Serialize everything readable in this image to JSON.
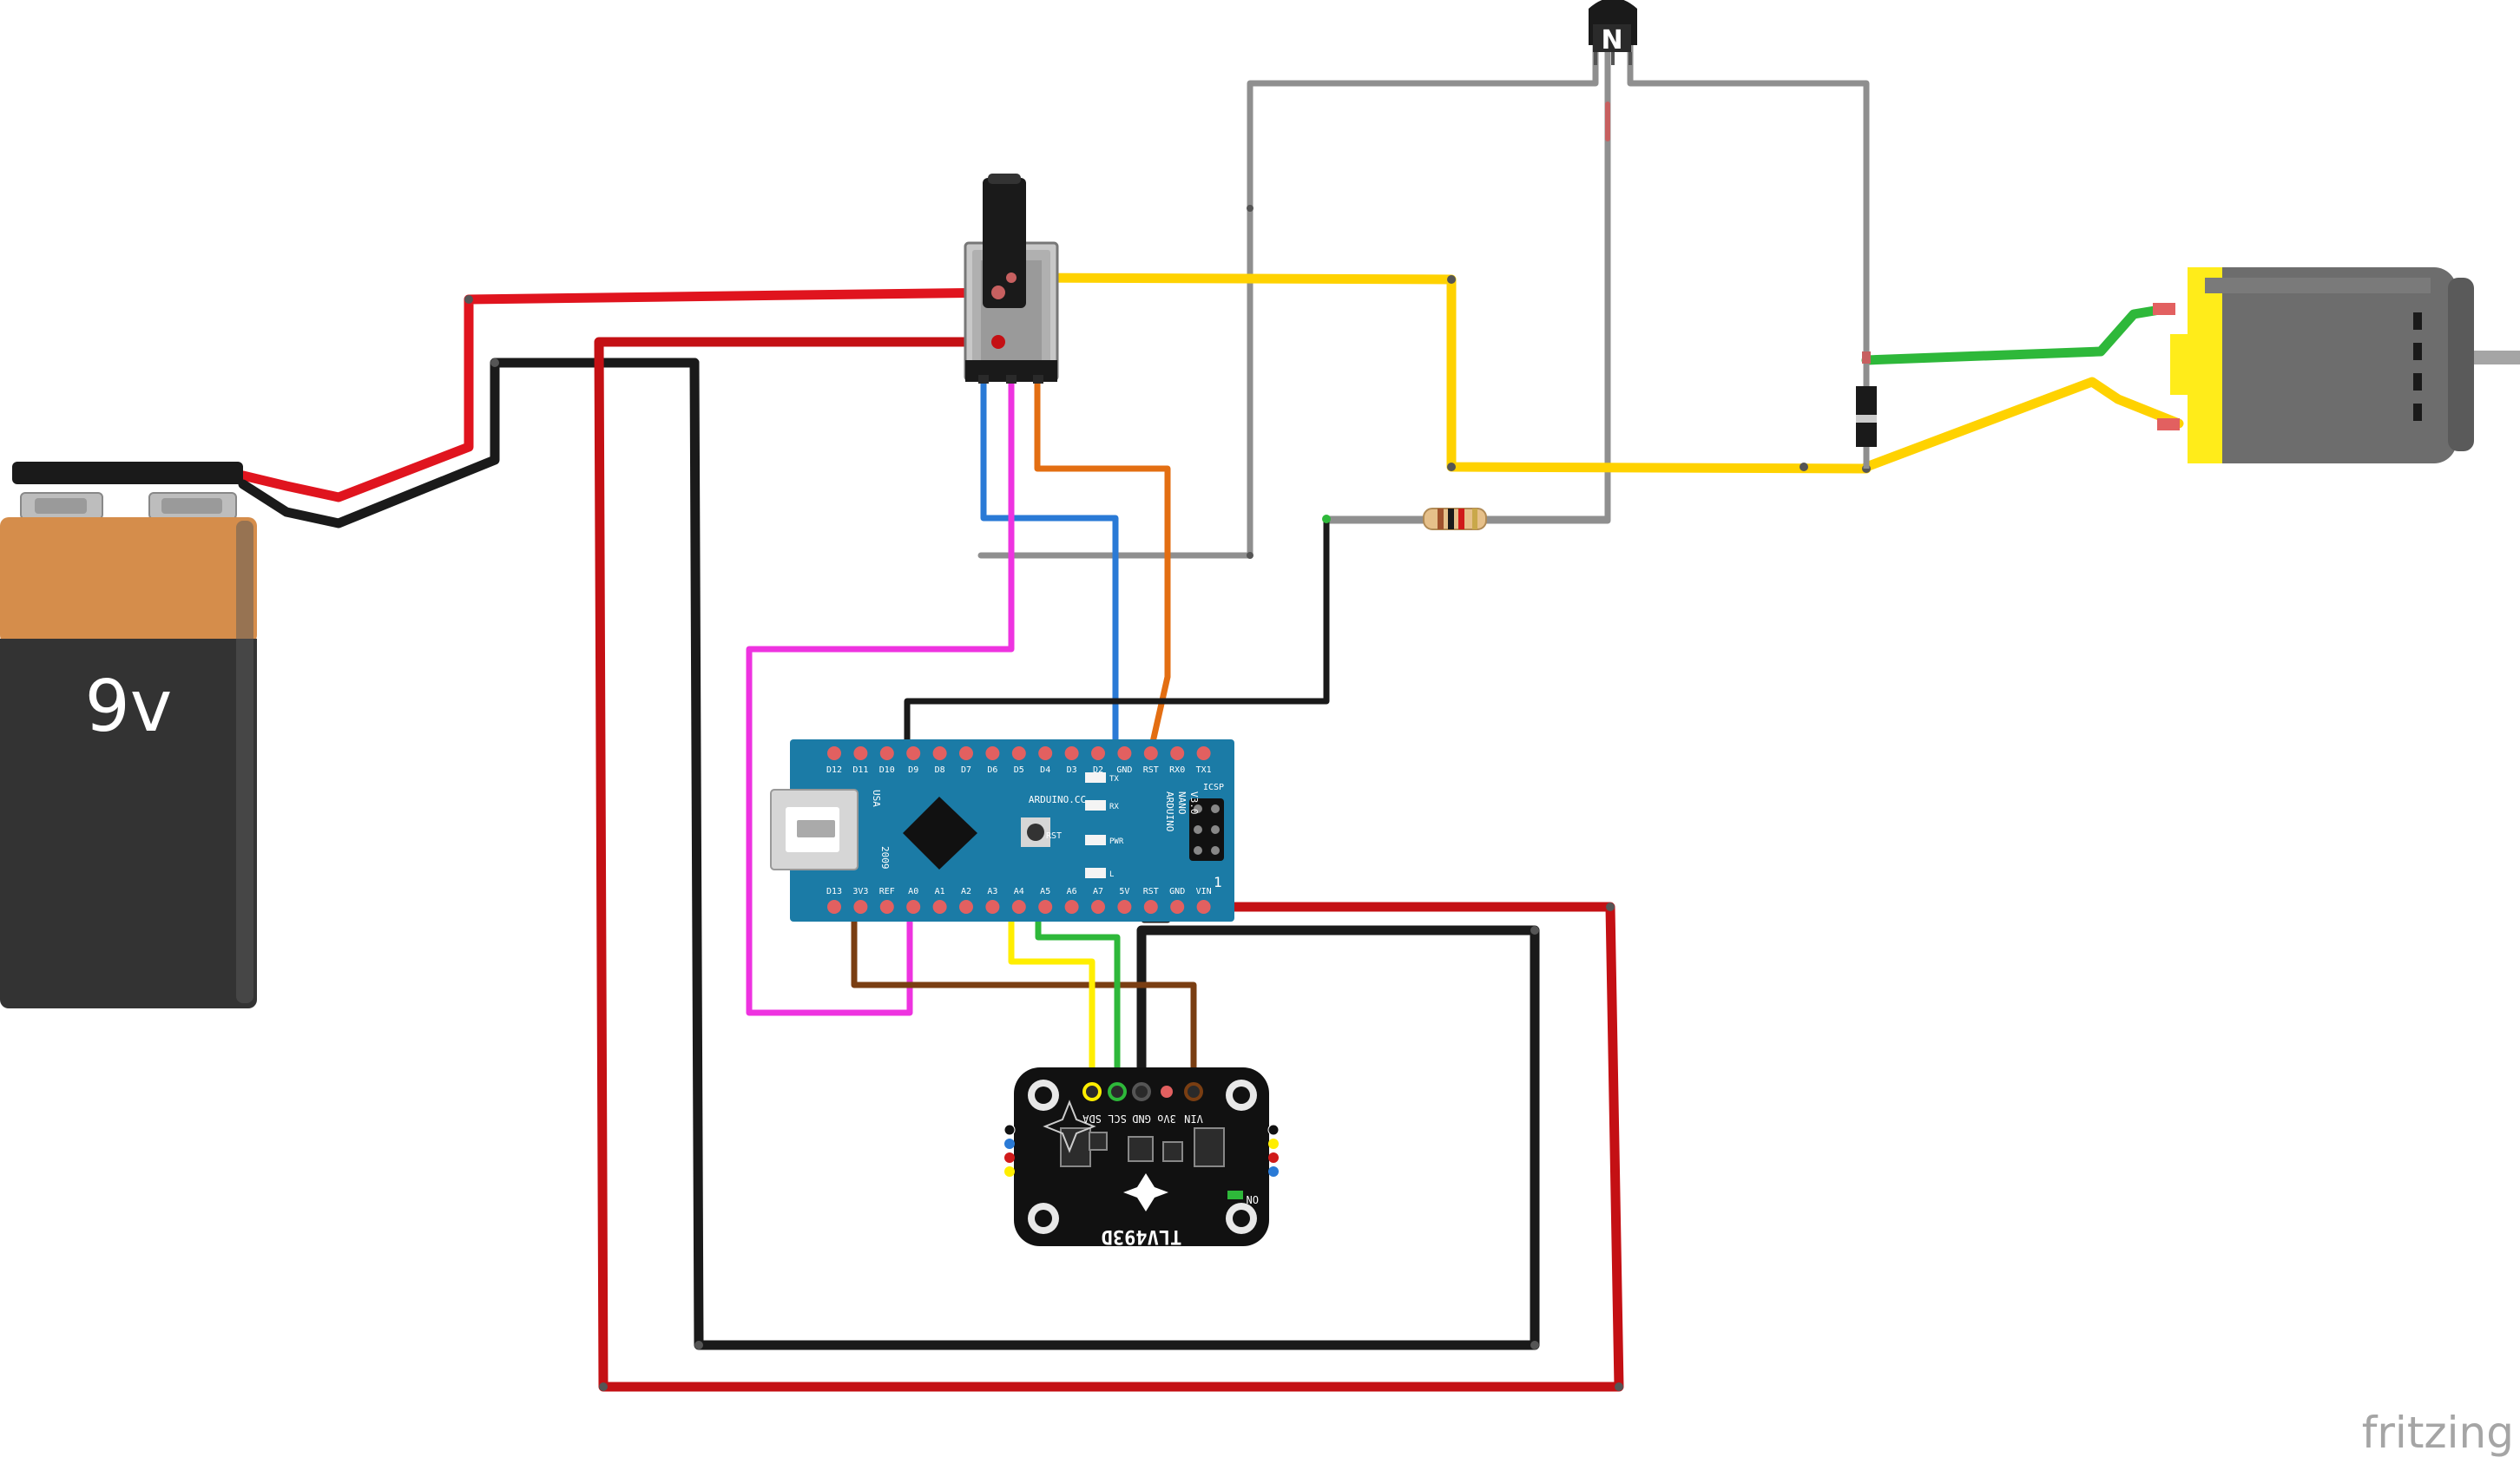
{
  "battery": {
    "label": "9v"
  },
  "transistor": {
    "label": "N"
  },
  "nano": {
    "top_pins": [
      "D12",
      "D11",
      "D10",
      "D9",
      "D8",
      "D7",
      "D6",
      "D5",
      "D4",
      "D3",
      "D2",
      "GND",
      "RST",
      "RX0",
      "TX1"
    ],
    "bottom_pins": [
      "D13",
      "3V3",
      "REF",
      "A0",
      "A1",
      "A2",
      "A3",
      "A4",
      "A5",
      "A6",
      "A7",
      "5V",
      "RST",
      "GND",
      "VIN"
    ],
    "brand": "ARDUINO.CC",
    "model_line1": "ARDUINO",
    "model_line2": "NANO",
    "model_line3": "V3.0",
    "usa": "USA",
    "year": "2009",
    "icsp": "ICSP",
    "led_tx": "TX",
    "led_rx": "RX",
    "led_pwr": "PWR",
    "led_l": "L",
    "rst": "RST",
    "corner": "1"
  },
  "magnetometer": {
    "pins": [
      "SDA",
      "SCL",
      "GND",
      "3Vo",
      "VIN"
    ],
    "title_line1": "TLV493D",
    "title_line2": "3D Magnetometer",
    "on_label": "ON"
  },
  "watermark": "fritzing",
  "colors": {
    "red": "#e0141e",
    "dark_red": "#c41014",
    "black": "#1a1a1a",
    "yellow": "#ffd200",
    "gray": "#8f8f8f",
    "green": "#2eb83a",
    "blue": "#2a7ad6",
    "magenta": "#ee33e0",
    "orange": "#e36e12",
    "brown": "#7a3e12",
    "nano_blue": "#1b7ba6",
    "battery_orange": "#d58d4b",
    "motor_gray": "#6d6d6d",
    "motor_yellow": "#ffec1a"
  }
}
